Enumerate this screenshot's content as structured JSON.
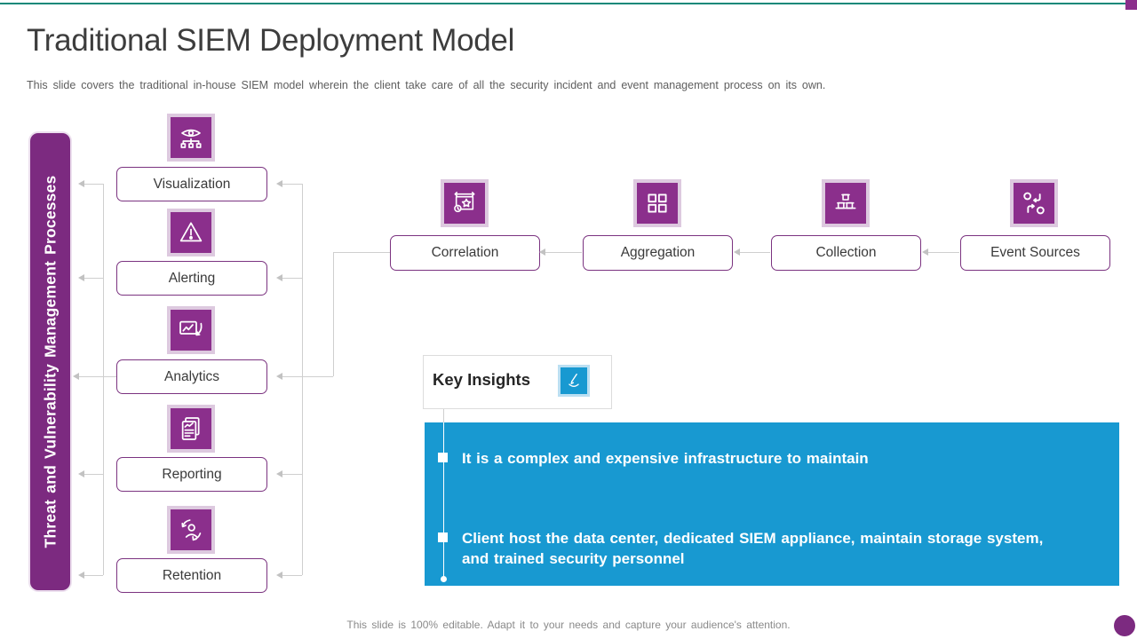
{
  "slide": {
    "title": "Traditional SIEM Deployment Model",
    "subtitle": "This slide covers the traditional in-house SIEM model wherein the client take care of all the security incident and event management process on its own.",
    "footer": "This slide is 100% editable. Adapt it to your needs and capture your audience's attention."
  },
  "colors": {
    "accent_purple": "#8B2F8C",
    "bar_purple": "#7C2A80",
    "tile_border": "#DDC9DF",
    "accent_blue": "#1899D1",
    "blue_tile_border": "#BBDFF2",
    "top_line_teal": "#128879",
    "connector_gray": "#CFCFCF",
    "box_border_purple": "#7B3380"
  },
  "left_track": {
    "label": "Threat and Vulnerability Management Processes",
    "items": [
      {
        "label": "Visualization",
        "icon": "eye-network-icon"
      },
      {
        "label": "Alerting",
        "icon": "warning-triangle-icon"
      },
      {
        "label": "Analytics",
        "icon": "chart-board-icon"
      },
      {
        "label": "Reporting",
        "icon": "report-document-icon"
      },
      {
        "label": "Retention",
        "icon": "user-cycle-icon"
      }
    ]
  },
  "pipeline": {
    "items": [
      {
        "label": "Correlation",
        "icon": "calendar-star-icon"
      },
      {
        "label": "Aggregation",
        "icon": "grid-squares-icon"
      },
      {
        "label": "Collection",
        "icon": "stacked-boxes-icon"
      },
      {
        "label": "Event Sources",
        "icon": "exchange-arrows-icon"
      }
    ]
  },
  "key_insights": {
    "title": "Key Insights",
    "icon": "writing-hand-icon",
    "bullets": [
      "It is a complex and expensive infrastructure to maintain",
      "Client host the data center, dedicated SIEM appliance, maintain storage system, and trained security personnel"
    ]
  }
}
